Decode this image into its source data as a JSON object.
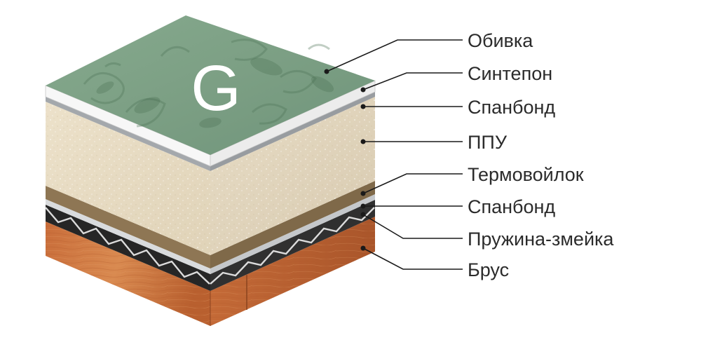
{
  "logo": {
    "letter": "G"
  },
  "layers": [
    {
      "id": "obivka",
      "label": "Обивка"
    },
    {
      "id": "sintepon",
      "label": "Синтепон"
    },
    {
      "id": "spanbond-top",
      "label": "Спанбонд"
    },
    {
      "id": "ppu",
      "label": "ППУ"
    },
    {
      "id": "termovoilok",
      "label": "Термовойлок"
    },
    {
      "id": "spanbond-bottom",
      "label": "Спанбонд"
    },
    {
      "id": "pruzhina",
      "label": "Пружина-змейка"
    },
    {
      "id": "brus",
      "label": "Брус"
    }
  ],
  "colors": {
    "upholstery": "#7fa287",
    "foam": "#e8dcc4",
    "felt": "#8b7452",
    "spring_bg": "#2a2a2a",
    "spring_wire": "#d8d8d8",
    "wood": "#c9703d",
    "wood_dark": "#a85628",
    "batting": "#f4f4f4",
    "spunbond": "#a6aaae"
  }
}
